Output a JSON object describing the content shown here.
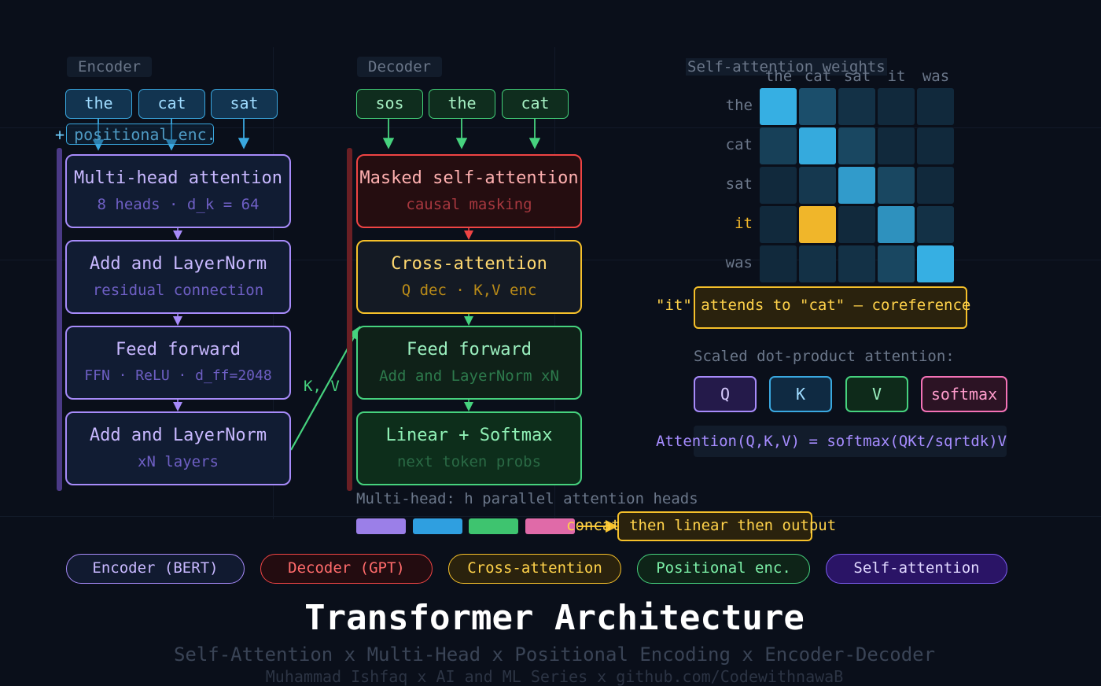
{
  "encoder": {
    "label": "Encoder",
    "tokens": [
      "the",
      "cat",
      "sat"
    ],
    "pos_label": "+ positional enc.",
    "blocks": [
      {
        "title": "Multi-head attention",
        "sub": "8 heads · d_k = 64"
      },
      {
        "title": "Add and LayerNorm",
        "sub": "residual connection"
      },
      {
        "title": "Feed forward",
        "sub": "FFN · ReLU · d_ff=2048"
      },
      {
        "title": "Add and LayerNorm",
        "sub": "xN layers"
      }
    ]
  },
  "decoder": {
    "label": "Decoder",
    "tokens": [
      "sos",
      "the",
      "cat"
    ],
    "blocks": [
      {
        "title": "Masked self-attention",
        "sub": "causal masking"
      },
      {
        "title": "Cross-attention",
        "sub": "Q dec · K,V enc"
      },
      {
        "title": "Feed forward",
        "sub": "Add and LayerNorm xN"
      },
      {
        "title": "Linear + Softmax",
        "sub": "next token probs"
      }
    ]
  },
  "kv_label": "K, V",
  "attention_map": {
    "title": "Self-attention weights",
    "columns": [
      "the",
      "cat",
      "sat",
      "it",
      "was"
    ],
    "rows": [
      "the",
      "cat",
      "sat",
      "it",
      "was"
    ],
    "highlight_row": 3,
    "weights": [
      [
        0.95,
        0.3,
        0.1,
        0.05,
        0.05
      ],
      [
        0.2,
        0.92,
        0.25,
        0.05,
        0.05
      ],
      [
        0.05,
        0.15,
        0.82,
        0.25,
        0.05
      ],
      [
        0.05,
        0.9,
        0.05,
        0.75,
        0.1
      ],
      [
        0.05,
        0.1,
        0.1,
        0.25,
        0.95
      ]
    ],
    "callout": "\"it\" attends to \"cat\" — coreference",
    "colors": {
      "low": "#0f2233",
      "high": "#38b6ec",
      "highlight": "#f0b62a"
    }
  },
  "scaled": {
    "label": "Scaled dot-product attention:",
    "boxes": [
      {
        "text": "Q",
        "color": "#a78bfa"
      },
      {
        "text": "K",
        "color": "#3aa8e0"
      },
      {
        "text": "V",
        "color": "#46d27e"
      },
      {
        "text": "softmax",
        "color": "#f472b6"
      }
    ],
    "formula": "Attention(Q,K,V) = softmax(QKt/sqrtdk)V"
  },
  "multihead": {
    "label": "Multi-head: h parallel attention heads",
    "head_colors": [
      "#9b7fe8",
      "#2f9fe0",
      "#3ec46f",
      "#e06aa8"
    ],
    "output_label": "concat then linear then output"
  },
  "legend": [
    {
      "text": "Encoder (BERT)",
      "border": "#a78bfa",
      "bg": "#111a30",
      "color": "#c8b8ff"
    },
    {
      "text": "Decoder (GPT)",
      "border": "#ef4444",
      "bg": "#230c10",
      "color": "#ff6b6b"
    },
    {
      "text": "Cross-attention",
      "border": "#f5c02a",
      "bg": "#2a220d",
      "color": "#ffd24a"
    },
    {
      "text": "Positional enc.",
      "border": "#46d27e",
      "bg": "#0e2418",
      "color": "#7cf0a8"
    },
    {
      "text": "Self-attention",
      "border": "#7c5cf0",
      "bg": "#2a1466",
      "color": "#e0d8ff"
    }
  ],
  "title": "Transformer Architecture",
  "subtitle": "Self-Attention x Multi-Head x Positional Encoding x Encoder-Decoder",
  "credit": "Muhammad Ishfaq x AI and ML Series x github.com/CodewithnawaB"
}
